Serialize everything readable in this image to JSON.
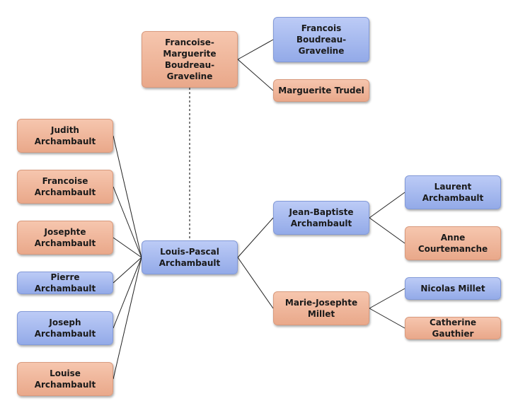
{
  "nodes": {
    "fmbg": {
      "label": "Francoise-\nMarguerite\nBoudreau-\nGraveline",
      "gender": "female"
    },
    "fbg": {
      "label": "Francois\nBoudreau-\nGraveline",
      "gender": "male"
    },
    "mt": {
      "label": "Marguerite Trudel",
      "gender": "female"
    },
    "ja": {
      "label": "Judith\nArchambault",
      "gender": "female"
    },
    "fa": {
      "label": "Francoise\nArchambault",
      "gender": "female"
    },
    "joa": {
      "label": "Josephte\nArchambault",
      "gender": "female"
    },
    "pa": {
      "label": "Pierre Archambault",
      "gender": "male"
    },
    "josa": {
      "label": "Joseph\nArchambault",
      "gender": "male"
    },
    "la": {
      "label": "Louise\nArchambault",
      "gender": "female"
    },
    "lpa": {
      "label": "Louis-Pascal\nArchambault",
      "gender": "male"
    },
    "jba": {
      "label": "Jean-Baptiste\nArchambault",
      "gender": "male"
    },
    "mjm": {
      "label": "Marie-Josephte\nMillet",
      "gender": "female"
    },
    "lau": {
      "label": "Laurent\nArchambault",
      "gender": "male"
    },
    "ac": {
      "label": "Anne\nCourtemanche",
      "gender": "female"
    },
    "nm": {
      "label": "Nicolas Millet",
      "gender": "male"
    },
    "cg": {
      "label": "Catherine Gauthier",
      "gender": "female"
    }
  },
  "colors": {
    "female": "#eeb49a",
    "male": "#a6b8ee",
    "line": "#222222"
  }
}
